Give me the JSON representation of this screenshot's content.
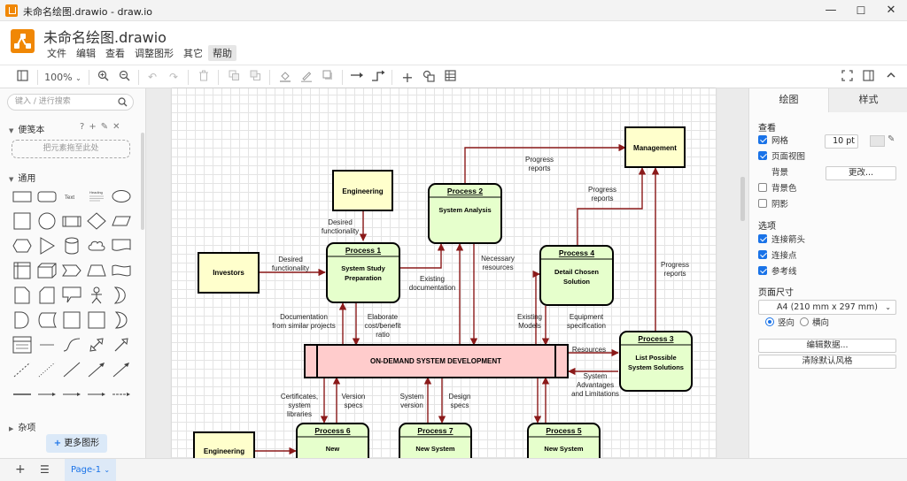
{
  "window": {
    "title": "未命名绘图.drawio - draw.io",
    "minimize": "—",
    "maximize": "☐",
    "close": "✕"
  },
  "header": {
    "filename": "未命名绘图.drawio",
    "menu": [
      "文件",
      "编辑",
      "查看",
      "调整图形",
      "其它",
      "帮助"
    ]
  },
  "toolbar": {
    "zoom": "100%"
  },
  "left_panel": {
    "search_placeholder": "键入 / 进行搜索",
    "scratchpad_title": "便笺本",
    "scratchpad_drop": "把元素拖至此处",
    "general_title": "通用",
    "misc_title": "杂项",
    "more_shapes": "更多图形"
  },
  "right_panel": {
    "tabs": [
      "绘图",
      "样式"
    ],
    "view_heading": "查看",
    "grid_label": "网格",
    "grid_size": "10 pt",
    "page_view_label": "页面视图",
    "background_label": "背景",
    "change_button": "更改...",
    "background_color_label": "背景色",
    "shadow_label": "阴影",
    "options_heading": "选项",
    "connection_arrows_label": "连接箭头",
    "connection_points_label": "连接点",
    "guides_label": "参考线",
    "page_size_heading": "页面尺寸",
    "paper_size": "A4 (210 mm x 297 mm)",
    "portrait_label": "竖向",
    "landscape_label": "横向",
    "edit_data_button": "编辑数据...",
    "clear_style_button": "清除默认风格",
    "checks": {
      "grid": true,
      "page_view": true,
      "background_color": false,
      "shadow": false,
      "connection_arrows": true,
      "connection_points": true,
      "guides": true
    }
  },
  "bottom_bar": {
    "page_tab": "Page-1"
  },
  "diagram": {
    "colors": {
      "edge": "#8b1a1a",
      "external": "#ffffcc",
      "process": "#e6ffcc",
      "system": "#ffcccc"
    },
    "management": "Management",
    "engineering": "Engineering",
    "engineering2": "Engineering",
    "investors": "Investors",
    "p1_title": "Process 1",
    "p1_line1": "System Study",
    "p1_line2": "Preparation",
    "p2_title": "Process 2",
    "p2_line1": "System Analysis",
    "p3_title": "Process 3",
    "p3_line1": "List Possible",
    "p3_line2": "System Solutions",
    "p4_title": "Process 4",
    "p4_line1": "Detail Chosen",
    "p4_line2": "Solution",
    "p5_title": "Process 5",
    "p5_line1": "New System",
    "p6_title": "Process 6",
    "p6_line1": "New",
    "p7_title": "Process 7",
    "p7_line1": "New System",
    "system": "ON-DEMAND SYSTEM DEVELOPMENT",
    "l_progress1": [
      "Progress",
      "reports"
    ],
    "l_progress2": [
      "Progress",
      "reports"
    ],
    "l_progress3": [
      "Progress",
      "reports"
    ],
    "l_desired1": [
      "Desired",
      "functionality"
    ],
    "l_desired2": [
      "Desired",
      "functionality"
    ],
    "l_existing_doc": [
      "Existing",
      "documentation"
    ],
    "l_necessary": [
      "Necessary",
      "resources"
    ],
    "l_documentation": [
      "Documentation",
      "from similar projects"
    ],
    "l_elaborate": [
      "Elaborate",
      "cost/benefit",
      "ratio"
    ],
    "l_existing_models": [
      "Existing",
      "Models"
    ],
    "l_equipment": [
      "Equipment",
      "specification"
    ],
    "l_resources": [
      "Resources"
    ],
    "l_system_adv": [
      "System",
      "Advantages",
      "and Limitations"
    ],
    "l_certificates": [
      "Certificates,",
      "system",
      "libraries"
    ],
    "l_version_specs": [
      "Version",
      "specs"
    ],
    "l_system_version": [
      "System",
      "version"
    ],
    "l_design_specs": [
      "Design",
      "specs"
    ]
  }
}
